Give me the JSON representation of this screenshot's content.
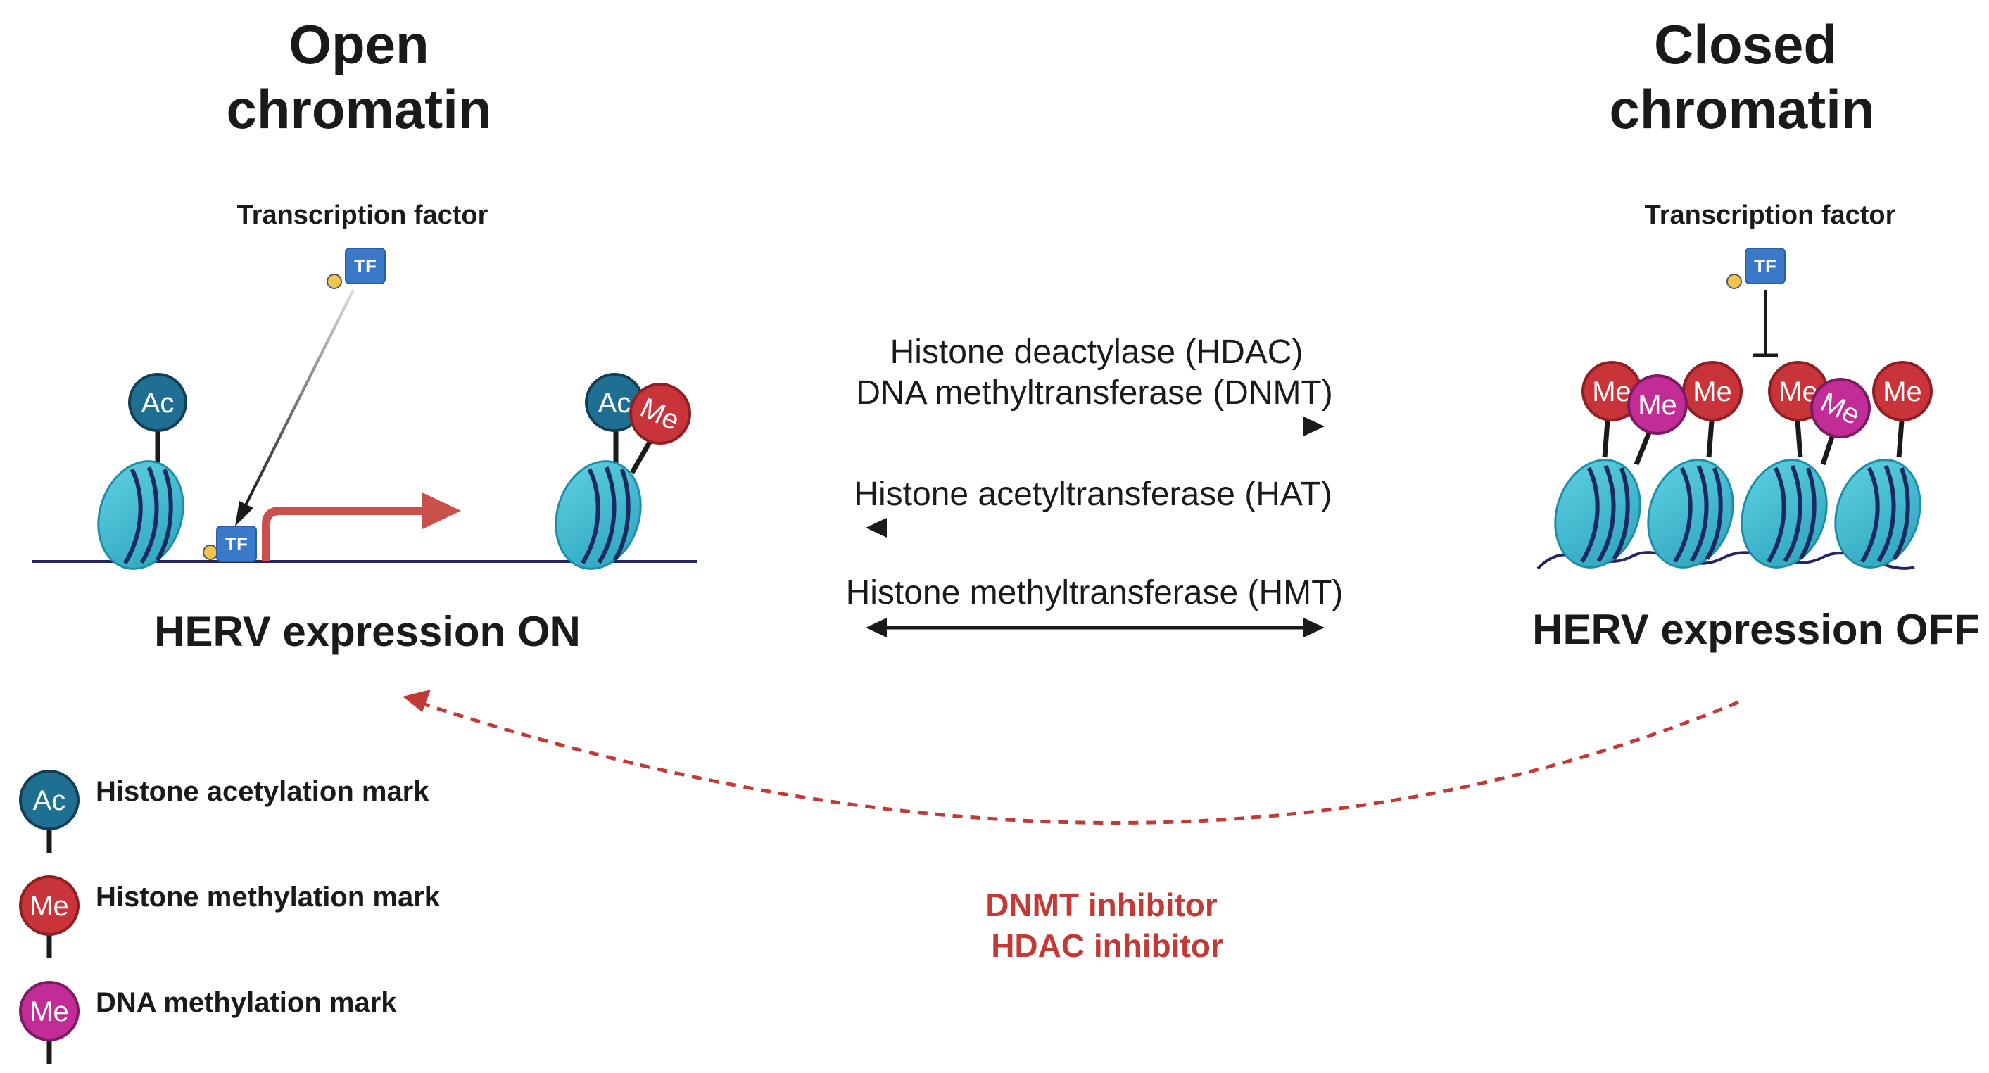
{
  "titles": {
    "open_line1": "Open",
    "open_line2": "chromatin",
    "closed_line1": "Closed",
    "closed_line2": "chromatin"
  },
  "transcription_factor": "Transcription factor",
  "tf": "TF",
  "marks": {
    "ac": "Ac",
    "me": "Me"
  },
  "expression": {
    "on": "HERV expression ON",
    "off": "HERV expression OFF"
  },
  "enzymes": {
    "hdac": "Histone deactylase (HDAC)",
    "dnmt": "DNA methyltransferase (DNMT)",
    "hat": "Histone acetyltransferase (HAT)",
    "hmt": "Histone methyltransferase (HMT)"
  },
  "inhibitors": {
    "dnmt": "DNMT inhibitor",
    "hdac": "HDAC inhibitor"
  },
  "legend": {
    "acetylation": "Histone acetylation mark",
    "histone_methylation": "Histone methylation mark",
    "dna_methylation": "DNA methylation mark"
  },
  "colors": {
    "acetyl": "#1f6f93",
    "histone_methyl": "#c8343a",
    "dna_methyl": "#c22c96",
    "nucleosome": "#3bb7cc",
    "dna_line": "#262560",
    "tf_box": "#3a78c8",
    "activation_arrow": "#c9504b",
    "inhibitor_arrow": "#c23a36"
  }
}
